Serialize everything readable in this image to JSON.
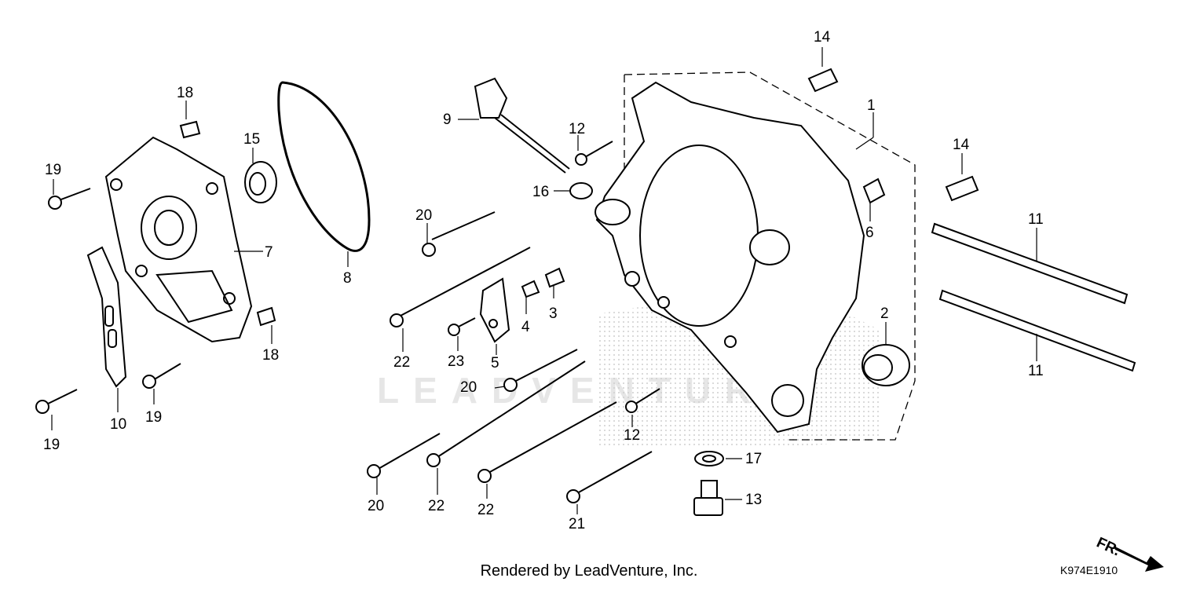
{
  "diagram": {
    "callouts": [
      "1",
      "2",
      "3",
      "4",
      "5",
      "6",
      "7",
      "8",
      "9",
      "10",
      "11",
      "11",
      "12",
      "12",
      "13",
      "14",
      "14",
      "15",
      "16",
      "17",
      "18",
      "18",
      "19",
      "19",
      "19",
      "20",
      "20",
      "20",
      "21",
      "22",
      "22",
      "22",
      "23"
    ],
    "watermark": "LEADVENTURE",
    "arrow_label": "FR."
  },
  "footer": {
    "credit": "Rendered by LeadVenture, Inc.",
    "drawing_code": "K974E1910"
  }
}
